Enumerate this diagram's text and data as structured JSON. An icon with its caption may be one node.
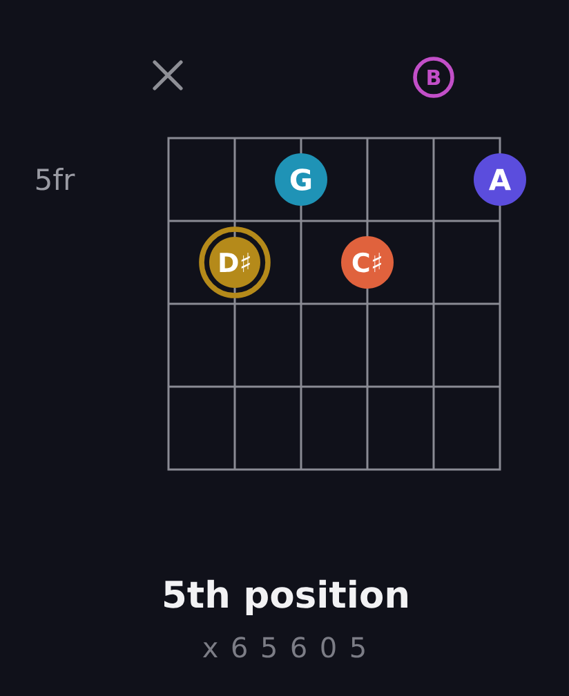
{
  "diagram": {
    "title": "5th position",
    "nodes": [
      {
        "text": [
          "B"
        ]
      },
      {
        "text": [
          "G"
        ]
      },
      {
        "text": [
          "A"
        ]
      },
      {
        "text": [
          "D♯"
        ]
      },
      {
        "text": [
          "C♯"
        ]
      }
    ],
    "labels": [
      "5fr",
      "x 6 5 6 0 5"
    ]
  }
}
